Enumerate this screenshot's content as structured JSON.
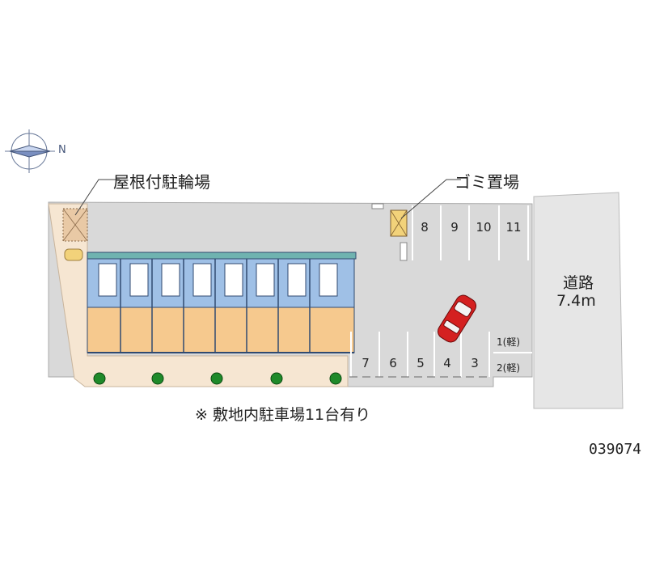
{
  "labels": {
    "bicycle_parking": "屋根付駐輪場",
    "garbage_area": "ゴミ置場",
    "road_name": "道路",
    "road_width": "7.4m",
    "note": "※ 敷地内駐車場11台有り",
    "property_code": "039074"
  },
  "compass": {
    "north_label": "N"
  },
  "parking": {
    "upper_row": [
      "8",
      "9",
      "10",
      "11"
    ],
    "lower_row": [
      "7",
      "6",
      "5",
      "4",
      "3"
    ],
    "kei_stalls": [
      "1(軽)",
      "2(軽)"
    ]
  },
  "colors": {
    "lot": "#d9d9d9",
    "yard": "#f6e6d2",
    "road": "#e6e6e6",
    "building_blue": "#9fc0e6",
    "building_orange": "#f6c98e",
    "car_red": "#d42020",
    "tree_green": "#1f8a2a"
  }
}
